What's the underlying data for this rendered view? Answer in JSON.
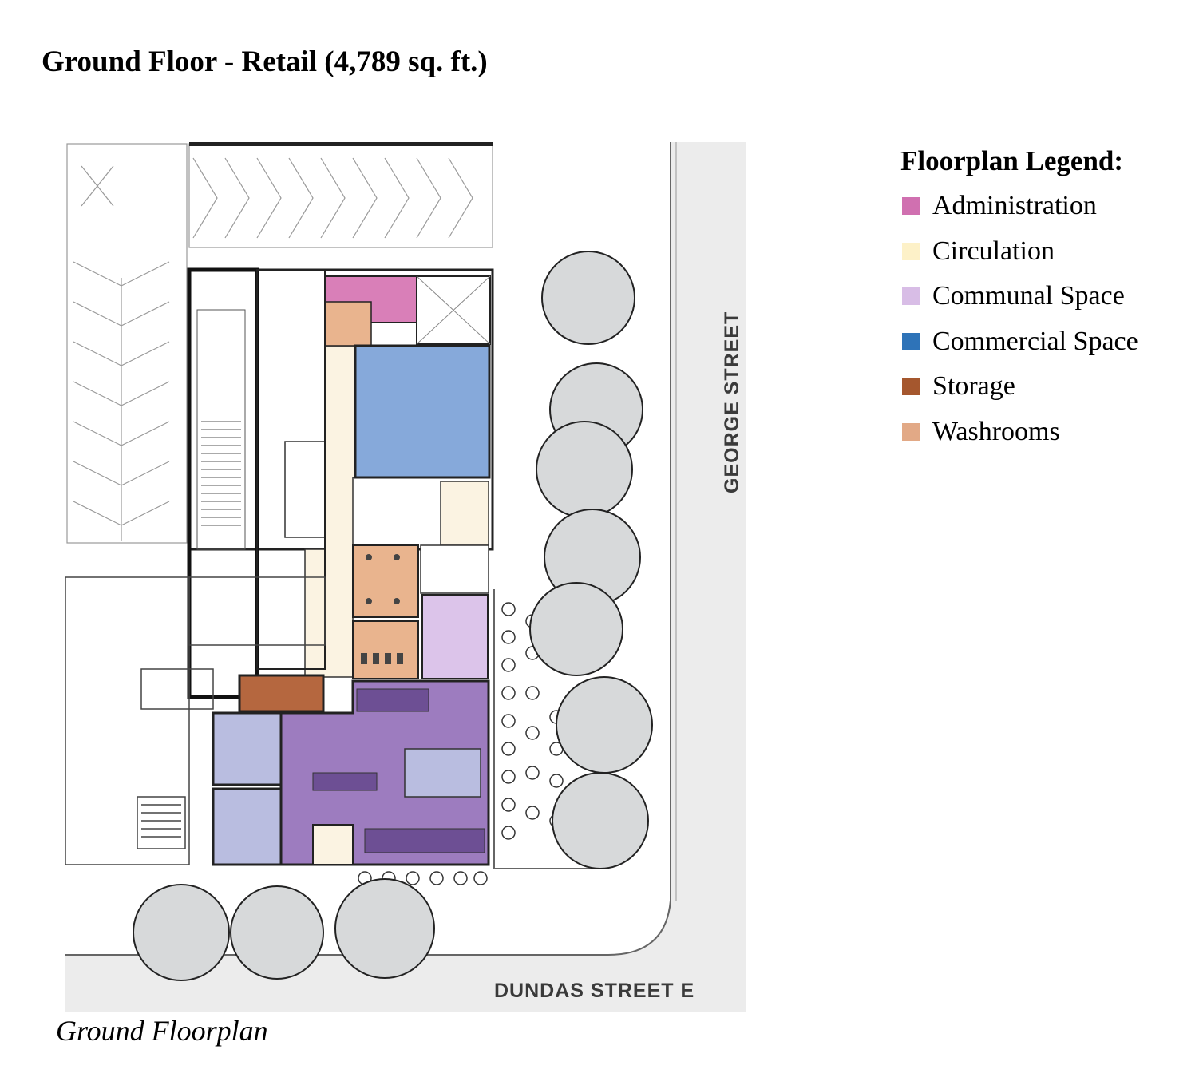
{
  "title": "Ground Floor - Retail (4,789 sq. ft.)",
  "caption": "Ground Floorplan",
  "legend": {
    "title": "Floorplan Legend:",
    "items": [
      {
        "label": "Administration",
        "color": "#d070b0"
      },
      {
        "label": "Circulation",
        "color": "#fdf1c8"
      },
      {
        "label": "Communal Space",
        "color": "#d8bde6"
      },
      {
        "label": "Commercial Space",
        "color": "#2e73b8"
      },
      {
        "label": "Storage",
        "color": "#a5572e"
      },
      {
        "label": "Washrooms",
        "color": "#e2a986"
      }
    ]
  },
  "plan": {
    "streets": {
      "george": "GEORGE STREET",
      "dundas": "DUNDAS STREET E"
    },
    "room_colors": {
      "administration": "#d97fb8",
      "circulation": "#fbf3e2",
      "communal": "#9d7cbf",
      "communal_light": "#dcc4ea",
      "commercial": "#86a9da",
      "storage": "#b5673f",
      "washrooms": "#e9b48e",
      "bike_room": "#b9bde0",
      "street": "#ececec",
      "tree": "#d7d9da"
    }
  }
}
